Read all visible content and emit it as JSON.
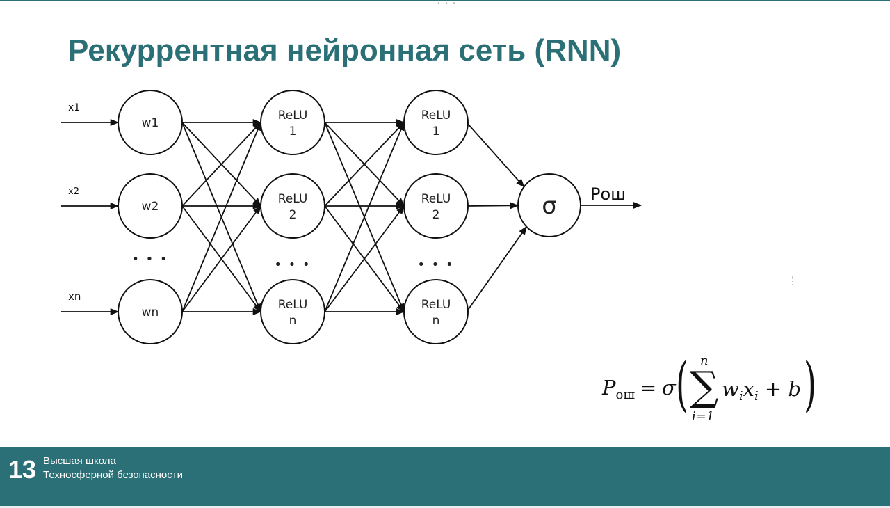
{
  "title": "Рекуррентная нейронная сеть (RNN)",
  "diagram": {
    "inputs": [
      "x1",
      "x2",
      "xn"
    ],
    "layer1": [
      [
        "w1"
      ],
      [
        "w2"
      ],
      [
        "wn"
      ]
    ],
    "layer2": [
      [
        "ReLU",
        "1"
      ],
      [
        "ReLU",
        "2"
      ],
      [
        "ReLU",
        "n"
      ]
    ],
    "layer3": [
      [
        "ReLU",
        "1"
      ],
      [
        "ReLU",
        "2"
      ],
      [
        "ReLU",
        "n"
      ]
    ],
    "ellipsis": "• • •",
    "output_symbol": "σ",
    "output_label": "Pош"
  },
  "formula": {
    "lhs": "P",
    "lhs_sub": "ош",
    "equals": "=",
    "sigma": "σ",
    "sum_upper": "n",
    "sum_lower": "i=1",
    "sum_symbol": "∑",
    "w": "w",
    "w_sub": "i",
    "x": "x",
    "x_sub": "i",
    "plus_b": " + b",
    "lparen": "(",
    "rparen": ")"
  },
  "footer": {
    "page_number": "13",
    "org_line1": "Высшая школа",
    "org_line2": "Техносферной безопасности"
  },
  "colors": {
    "accent": "#2b6f77",
    "ink": "#111111"
  }
}
